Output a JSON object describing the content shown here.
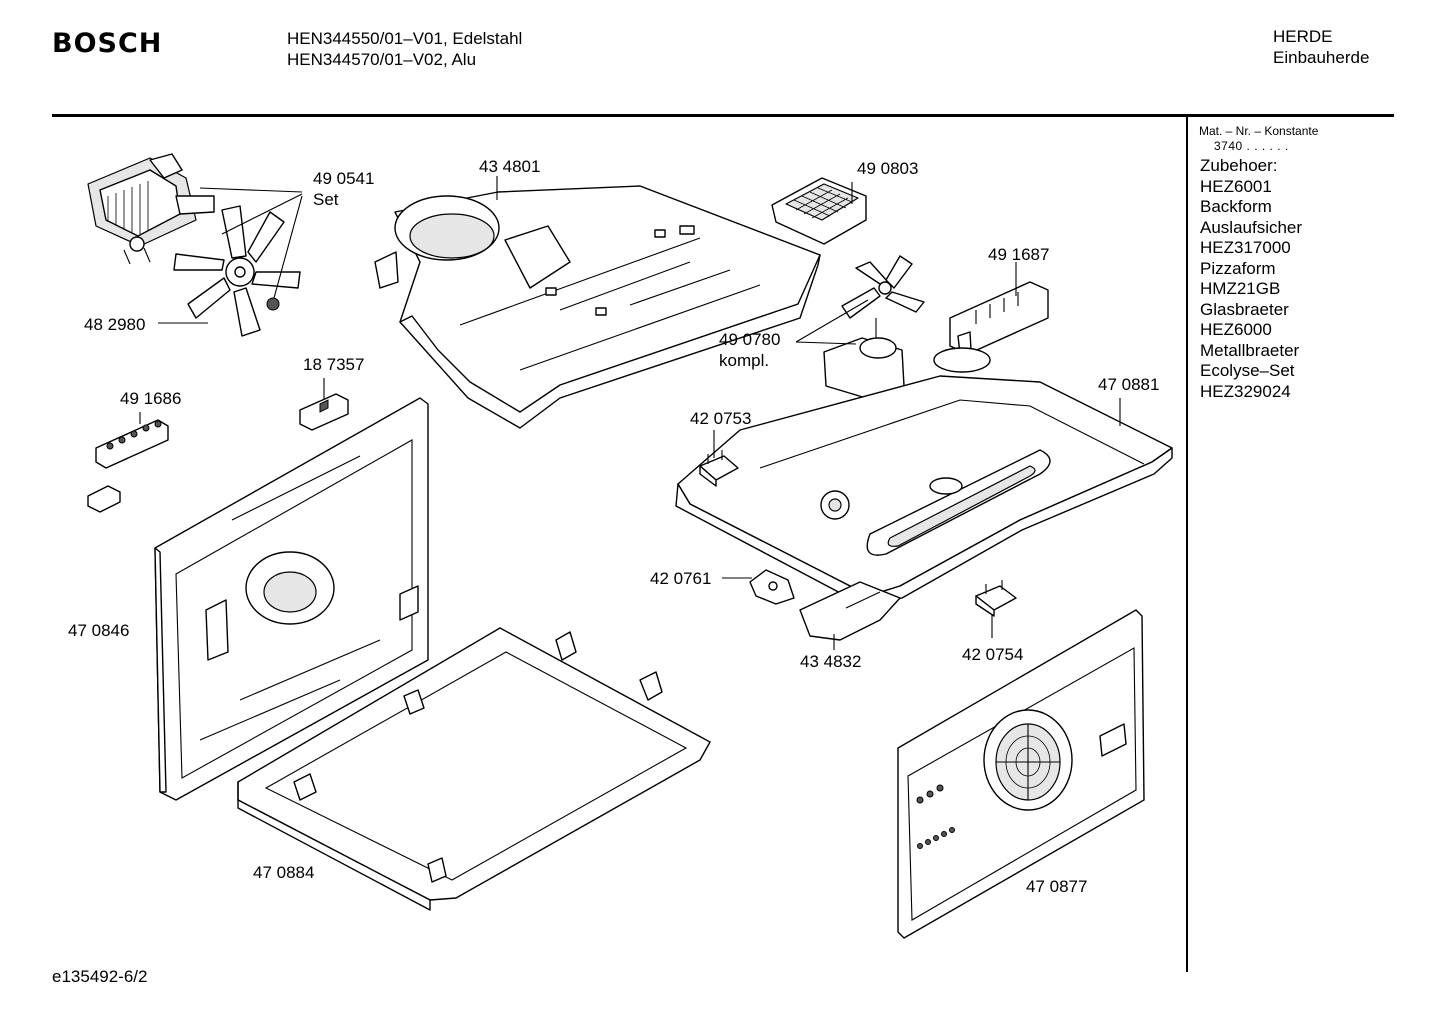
{
  "header": {
    "brand": "BOSCH",
    "models": [
      "HEN344550/01–V01, Edelstahl",
      "HEN344570/01–V02, Alu"
    ],
    "category": "HERDE",
    "subcategory": "Einbauherde"
  },
  "sidebar": {
    "mat_label": "Mat. – Nr. – Konstante",
    "mat_value": "3740  .  .  .  .  .  .",
    "accessories": [
      "Zubehoer:",
      "HEZ6001",
      "Backform",
      "Auslaufsicher",
      "HEZ317000",
      "Pizzaform",
      "HMZ21GB",
      "Glasbraeter",
      "HEZ6000",
      "Metallbraeter",
      "Ecolyse–Set",
      "HEZ329024"
    ]
  },
  "parts": {
    "p490541": "49 0541",
    "p490541_note": "Set",
    "p434801": "43 4801",
    "p490803": "49 0803",
    "p491687": "49 1687",
    "p482980": "48 2980",
    "p490780": "49 0780",
    "p490780_note": "kompl.",
    "p187357": "18 7357",
    "p491686": "49 1686",
    "p470881": "47 0881",
    "p420753": "42 0753",
    "p420761": "42 0761",
    "p470846": "47 0846",
    "p434832": "43 4832",
    "p420754": "42 0754",
    "p470884": "47 0884",
    "p470877": "47 0877"
  },
  "footer": {
    "drawing_id": "e135492-6/2"
  }
}
